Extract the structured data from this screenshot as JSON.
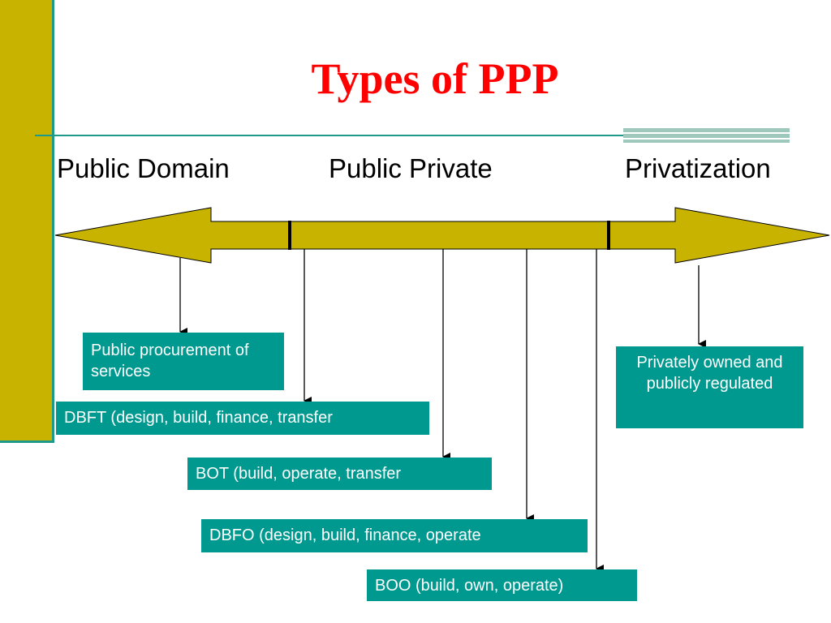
{
  "slide": {
    "title": "Types of PPP"
  },
  "spectrum": {
    "left_label": "Public Domain",
    "middle_label": "Public Private",
    "right_label": "Privatization"
  },
  "boxes": [
    {
      "id": "public-procurement",
      "text": "Public procurement of services"
    },
    {
      "id": "dbft",
      "text": "DBFT (design, build, finance, transfer"
    },
    {
      "id": "bot",
      "text": "BOT (build, operate, transfer"
    },
    {
      "id": "dbfo",
      "text": "DBFO (design, build, finance, operate"
    },
    {
      "id": "boo",
      "text": "BOO (build, own, operate)"
    },
    {
      "id": "privately-owned",
      "text": "Privately owned and publicly regulated"
    }
  ],
  "colors": {
    "title": "#ff0000",
    "arrow_fill": "#c8b400",
    "box_fill": "#00998f",
    "accent": "#1d9a8a"
  }
}
